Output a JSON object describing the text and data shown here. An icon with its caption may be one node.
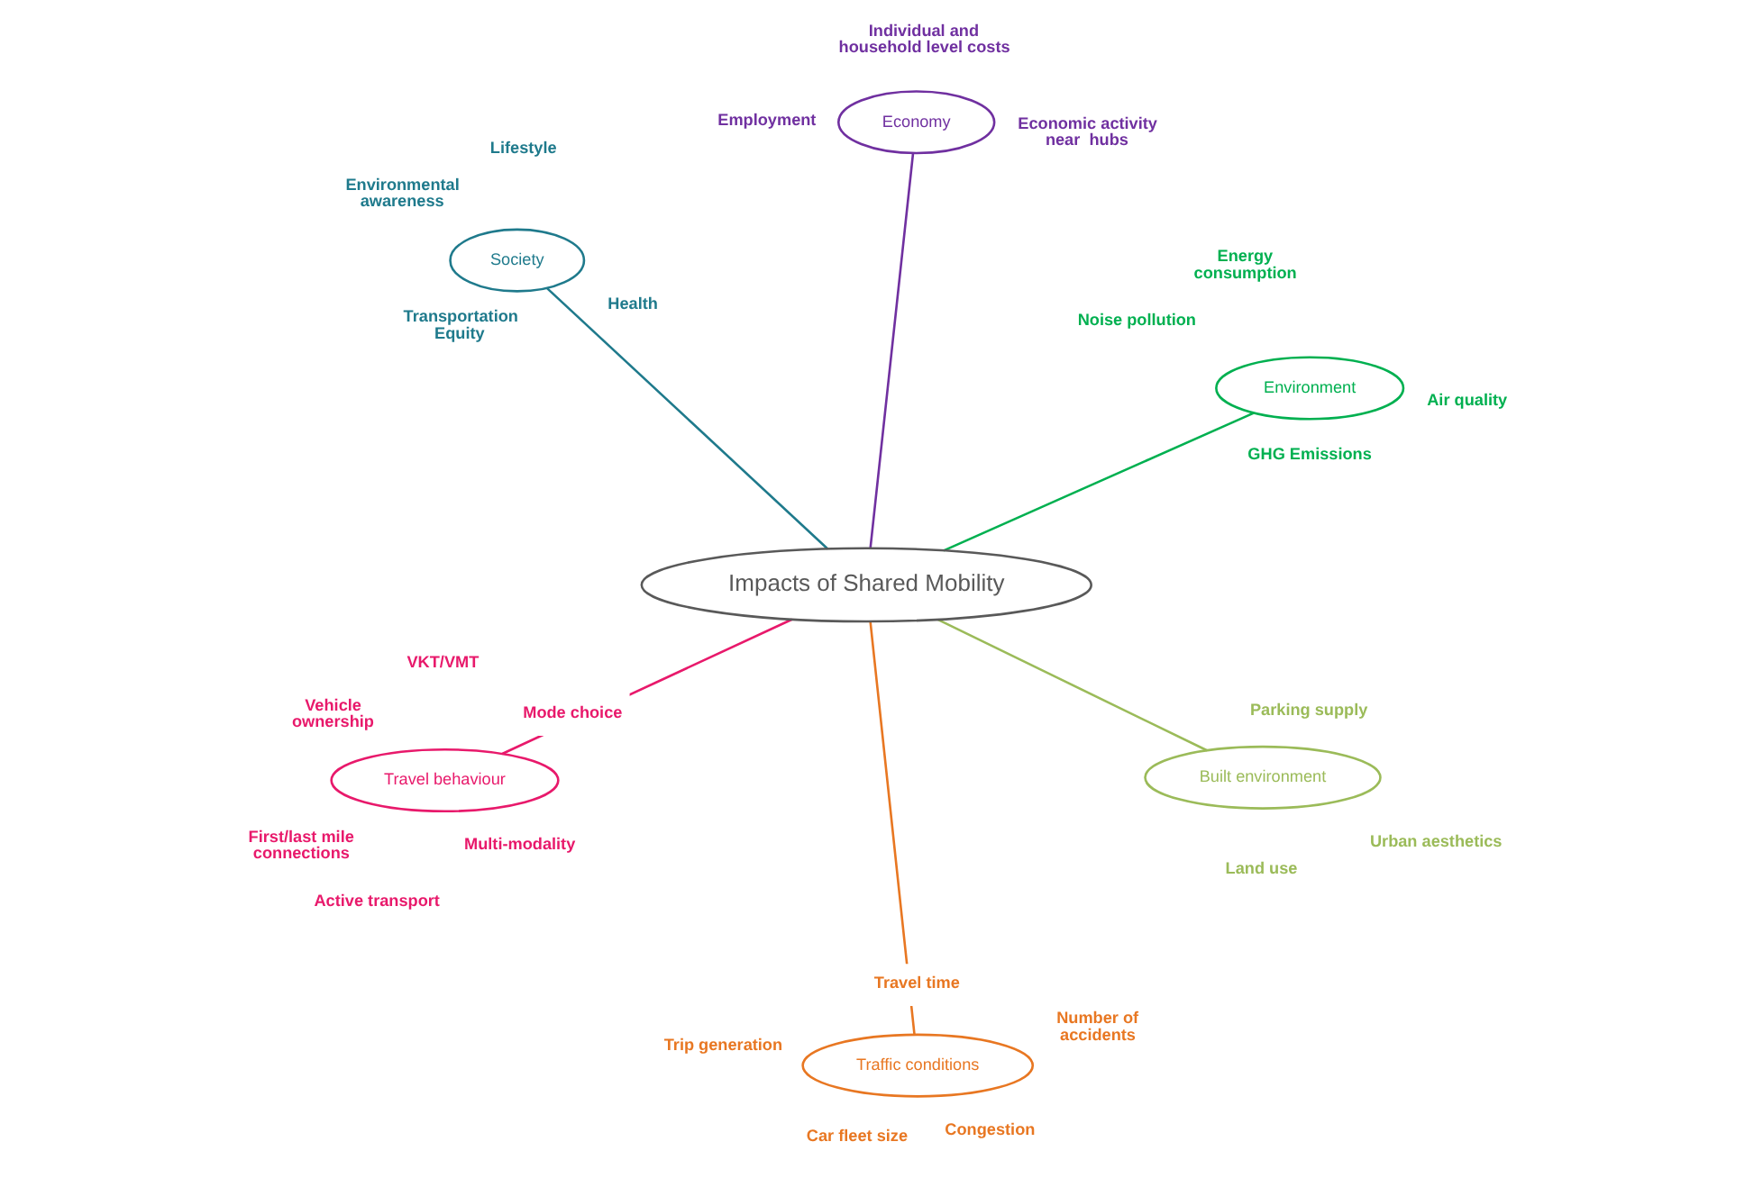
{
  "diagram": {
    "nodes": [
      {
        "text": [
          "Impacts of Shared Mobility"
        ]
      },
      {
        "text": [
          "Travel behaviour"
        ],
        "beside": [
          "Mode choice",
          "Multi-modality",
          "Vehicle ownership",
          "First/last mile connections",
          "VKT/VMT",
          "Active transport"
        ]
      },
      {
        "text": [
          "Built environment"
        ],
        "beside": [
          "Parking supply",
          "Land use",
          "Urban aesthetics"
        ]
      },
      {
        "text": [
          "Environment"
        ],
        "beside": [
          "Air quality",
          "Noise pollution",
          "GHG Emissions",
          "Energy consumption"
        ]
      },
      {
        "text": [
          "Society"
        ],
        "beside": [
          "Transportation Equity",
          "Health",
          "Environmental awareness",
          "Lifestyle"
        ]
      },
      {
        "text": [
          "Economy"
        ],
        "beside": [
          "Economic activity near  hubs",
          "Employment",
          "Individual and household level costs"
        ]
      },
      {
        "text": [
          "Traffic conditions"
        ],
        "beside": [
          "Number of accidents",
          "Travel time",
          "Congestion",
          "Car fleet size",
          "Trip generation"
        ]
      }
    ],
    "edges": [
      {
        "from": 0,
        "to": 1,
        "arrow": "none",
        "color": "#e8196b"
      },
      {
        "from": 0,
        "to": 2,
        "arrow": "none",
        "color": "#9bbb59"
      },
      {
        "from": 0,
        "to": 3,
        "arrow": "none",
        "color": "#00b050"
      },
      {
        "from": 0,
        "to": 4,
        "arrow": "none",
        "color": "#1f7a8c"
      },
      {
        "from": 0,
        "to": 5,
        "arrow": "none",
        "color": "#7030a0"
      },
      {
        "from": 0,
        "to": 6,
        "arrow": "none",
        "color": "#e87722"
      }
    ]
  }
}
